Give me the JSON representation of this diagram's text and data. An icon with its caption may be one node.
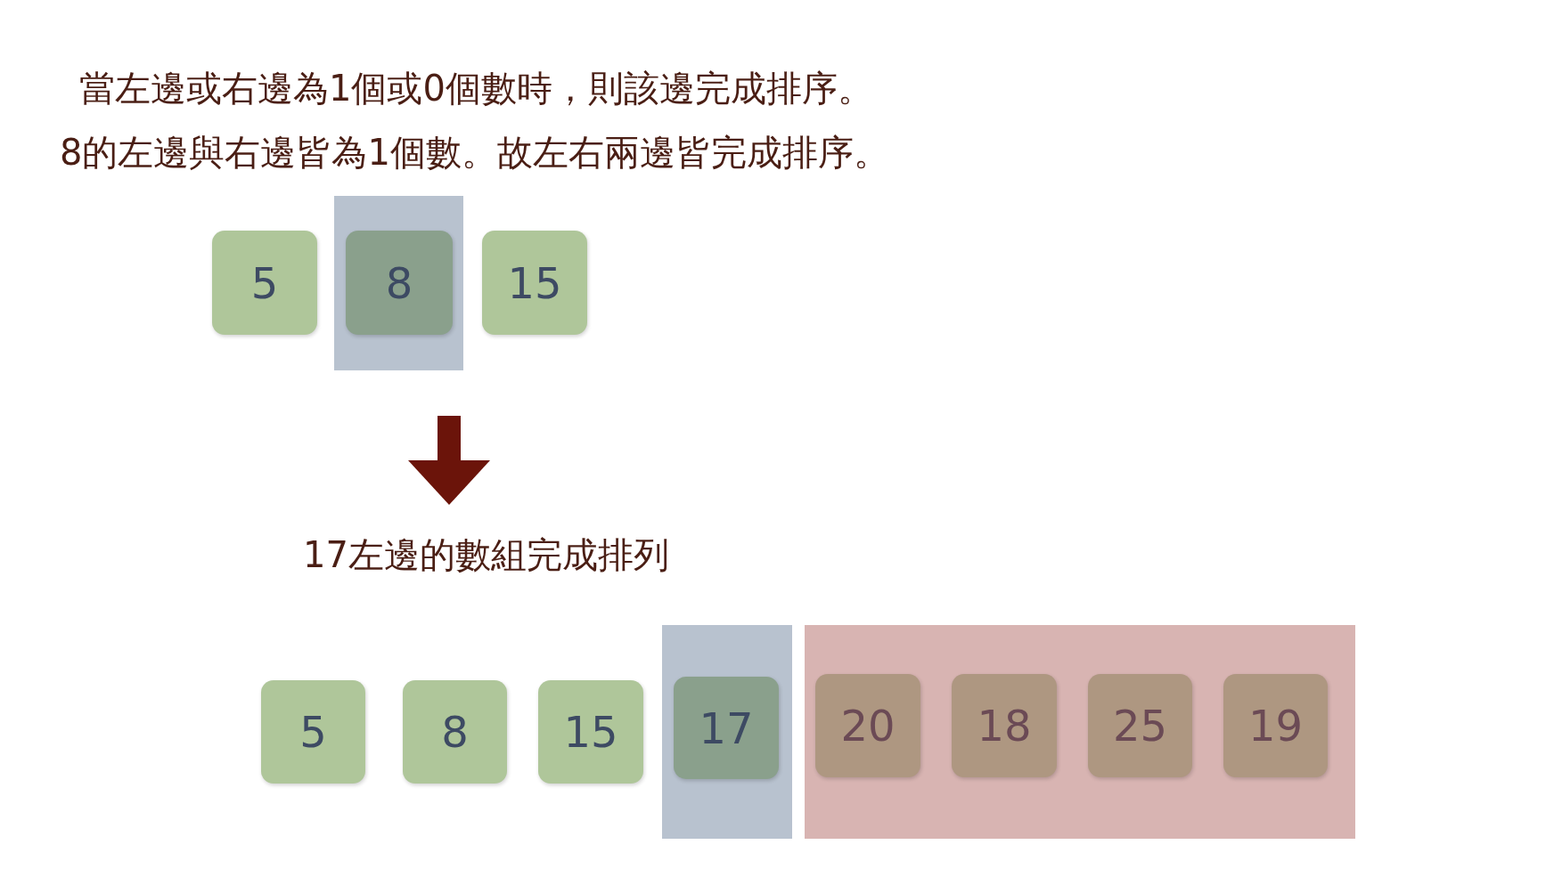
{
  "diagram": {
    "nodes": [
      {
        "text": [
          "5"
        ]
      },
      {
        "text": [],
        "shape": "box"
      },
      {
        "text": [
          "8"
        ],
        "in": 1
      },
      {
        "text": [
          "15"
        ]
      },
      {
        "text": [
          "17左邊的數組完成排列"
        ]
      },
      {
        "text": [
          "5"
        ]
      },
      {
        "text": [
          "8"
        ]
      },
      {
        "text": [
          "15"
        ]
      },
      {
        "text": [],
        "shape": "box"
      },
      {
        "text": [
          "17"
        ],
        "in": 8
      },
      {
        "text": [],
        "shape": "box"
      },
      {
        "text": [
          "20"
        ],
        "in": 10
      },
      {
        "text": [
          "18"
        ],
        "in": 10
      },
      {
        "text": [
          "25"
        ],
        "in": 10
      },
      {
        "text": [
          "19"
        ],
        "in": 10
      }
    ],
    "edges": [
      {
        "from": null,
        "to": 4,
        "arrow": "to"
      }
    ],
    "labels": [
      "當左邊或右邊為1個或0個數時，則該邊完成排序。",
      "8的左邊與右邊皆為1個數。故左右兩邊皆完成排序。"
    ]
  }
}
